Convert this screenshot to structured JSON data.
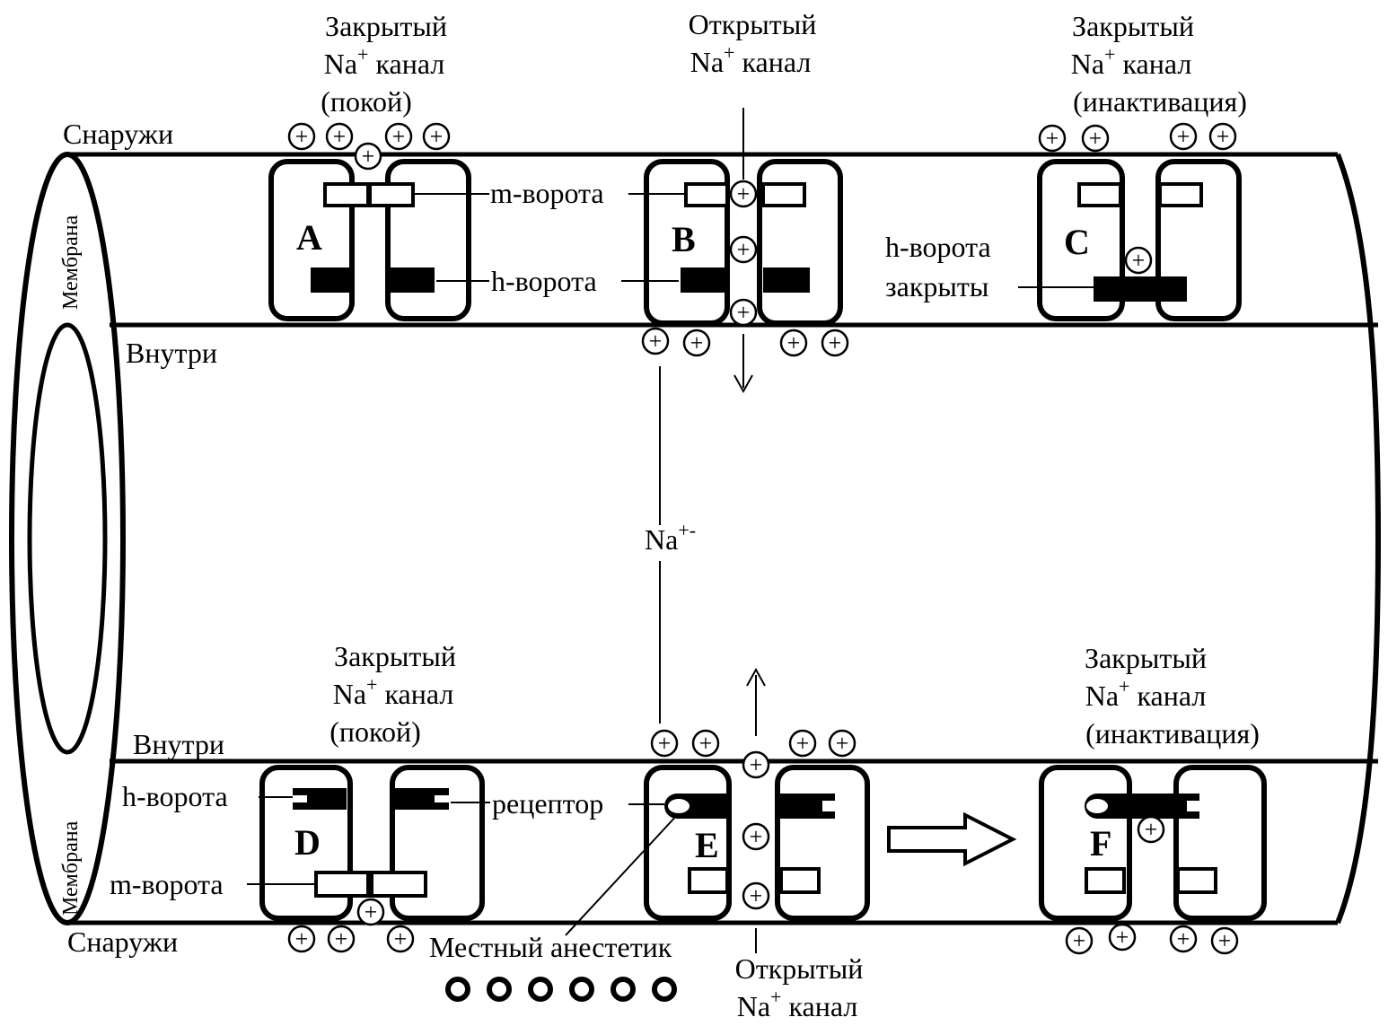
{
  "labels": {
    "outside": "Снаружи",
    "inside": "Внутри",
    "membrane": "Мембрана",
    "m_gate": "m-ворота",
    "h_gate": "h-ворота",
    "h_gate_closed_1": "h-ворота",
    "h_gate_closed_2": "закрыты",
    "receptor": "рецептор",
    "local_anesthetic": "Местный анестетик",
    "na_plus": "Na",
    "plus": "+",
    "na_ion_sup": "+-"
  },
  "channels": {
    "A": {
      "letter": "A",
      "line1": "Закрытый",
      "line2_na": "Na",
      "line2_sup": "+",
      "line2_rest": "канал",
      "line3": "(покой)"
    },
    "B": {
      "letter": "B",
      "line1": "Открытый",
      "line2_na": "Na",
      "line2_sup": "+",
      "line2_rest": "канал"
    },
    "C": {
      "letter": "C",
      "line1": "Закрытый",
      "line2_na": "Na",
      "line2_sup": "+",
      "line2_rest": "канал",
      "line3": "(инактивация)"
    },
    "D": {
      "letter": "D",
      "line1": "Закрытый",
      "line2_na": "Na",
      "line2_sup": "+",
      "line2_rest": "канал",
      "line3": "(покой)"
    },
    "E": {
      "letter": "E",
      "line1": "Открытый",
      "line2_na": "Na",
      "line2_sup": "+",
      "line2_rest": "канал"
    },
    "F": {
      "letter": "F",
      "line1": "Закрытый",
      "line2_na": "Na",
      "line2_sup": "+",
      "line2_rest": "канал",
      "line3": "(инактивация)"
    }
  },
  "colors": {
    "ink": "#000000",
    "background": "#ffffff"
  }
}
